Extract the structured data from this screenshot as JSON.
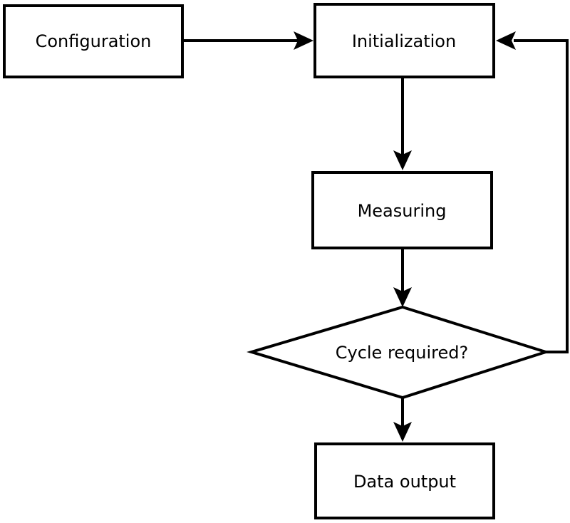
{
  "diagram": {
    "type": "flowchart",
    "colors": {
      "background": "#ffffff",
      "stroke": "#000000",
      "text": "#000000"
    },
    "nodes": {
      "configuration": {
        "shape": "rectangle",
        "label": "Configuration"
      },
      "initialization": {
        "shape": "rectangle",
        "label": "Initialization"
      },
      "measuring": {
        "shape": "rectangle",
        "label": "Measuring"
      },
      "cycle_required": {
        "shape": "diamond",
        "label": "Cycle required?"
      },
      "data_output": {
        "shape": "rectangle",
        "label": "Data output"
      }
    },
    "edges": [
      {
        "from": "configuration",
        "to": "initialization",
        "direction": "right"
      },
      {
        "from": "initialization",
        "to": "measuring",
        "direction": "down"
      },
      {
        "from": "measuring",
        "to": "cycle_required",
        "direction": "down"
      },
      {
        "from": "cycle_required",
        "to": "data_output",
        "direction": "down"
      },
      {
        "from": "cycle_required",
        "to": "initialization",
        "direction": "right-up-loop"
      }
    ]
  }
}
